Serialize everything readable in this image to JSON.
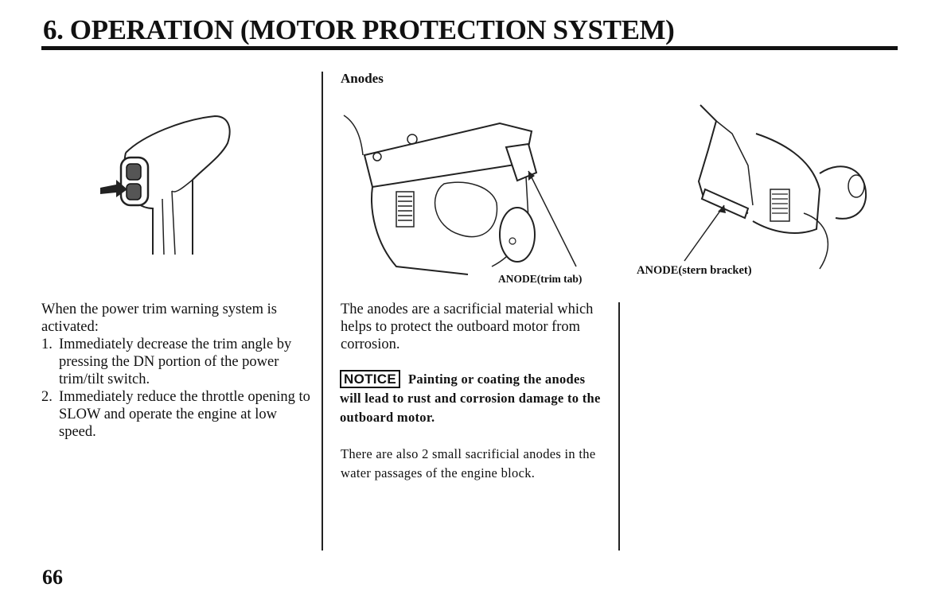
{
  "header": {
    "title": "6. OPERATION (MOTOR PROTECTION SYSTEM)"
  },
  "left": {
    "intro": "When the power trim warning system is activated:",
    "steps": [
      {
        "num": "1.",
        "text": "Immediately decrease the trim angle by pressing the DN portion of the power trim/tilt switch."
      },
      {
        "num": "2.",
        "text": "Immediately reduce the throttle opening to SLOW and operate the engine at low speed."
      }
    ]
  },
  "middle": {
    "heading": "Anodes",
    "figure_label": "ANODE(trim tab)",
    "description": "The anodes are a sacrificial material which helps to protect the outboard motor from corrosion.",
    "notice_label": "NOTICE",
    "notice_text": "Painting or coating the anodes will lead to rust and corrosion damage to the outboard motor.",
    "extra": "There are also 2 small sacrificial anodes in the water passages of the engine block."
  },
  "right": {
    "figure_label": "ANODE(stern bracket)"
  },
  "footer": {
    "page_number": "66"
  }
}
